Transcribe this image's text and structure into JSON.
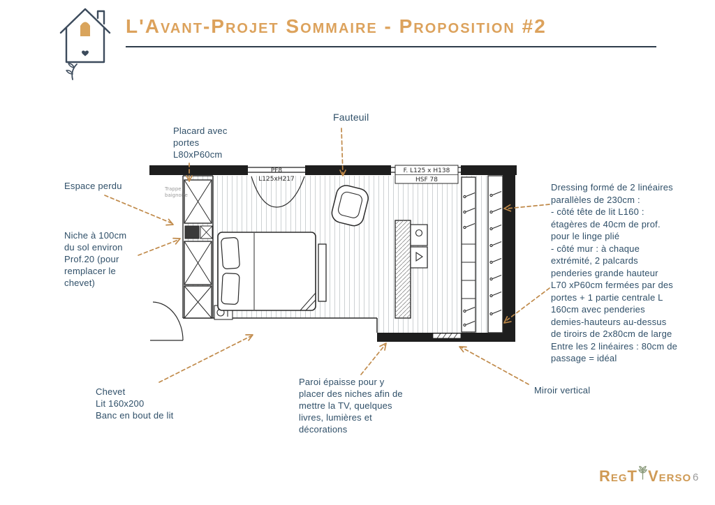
{
  "header": {
    "title": "L'Avant-Projet Sommaire - Proposition #2"
  },
  "plan": {
    "pf8_line1": "PF8",
    "pf8_line2": "L125xH217",
    "window_line1": "F. L125 x H138",
    "window_line2": "HSF 78",
    "trappe_line1": "Trappe",
    "trappe_line2": "baignoire"
  },
  "annotations": {
    "placard": "Placard avec\nportes\nL80xP60cm",
    "fauteuil": "Fauteuil",
    "espace_perdu": "Espace perdu",
    "niche": "Niche à 100cm\ndu sol environ\nProf.20 (pour\nremplacer le\nchevet)",
    "chevet": "Chevet\nLit 160x200\nBanc en bout de lit",
    "paroi": "Paroi épaisse pour y\nplacer des niches afin de\nmettre la TV, quelques\nlivres, lumières et\ndécorations",
    "miroir": "Miroir vertical",
    "dressing": "Dressing formé de 2 linéaires\nparallèles de 230cm :\n- côté tête de lit L160 :\nétagères de 40cm de prof.\npour le linge plié\n- côté mur : à chaque\nextrémité, 2 palcards\npenderies grande hauteur\nL70 xP60cm fermées par des\nportes + 1 partie centrale L\n160cm avec penderies\ndemies-hauteurs au-dessus\nde tiroirs de 2x80cm de large\nEntre les 2 linéaires : 80cm de\npassage = idéal"
  },
  "footer": {
    "brand_prefix": "RegT",
    "brand_suffix": "Verso",
    "page_number": "6"
  },
  "colors": {
    "accent": "#dca25c",
    "annotation_text": "#2f4f68",
    "arrow": "#c08a4a",
    "ink": "#222222"
  }
}
